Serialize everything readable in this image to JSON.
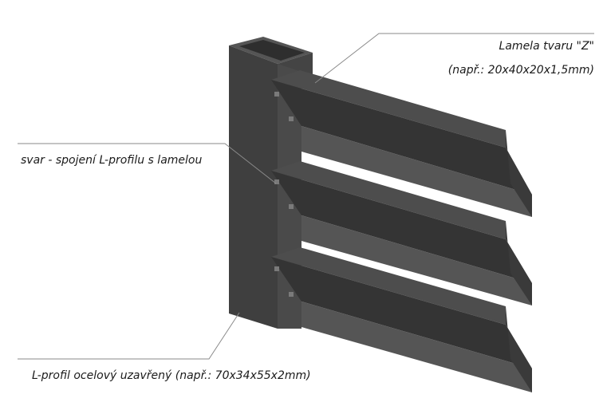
{
  "labels": {
    "lamela_title": "Lamela tvaru \"Z\"",
    "lamela_spec": "(např.: 20x40x20x1,5mm)",
    "svar": "svar - spojení L-profilu s lamelou",
    "lprofil": "L-profil ocelový uzavřený (např.: 70x34x55x2mm)"
  },
  "colors": {
    "steel_dark": "#3f3f3f",
    "steel_mid": "#4a4a4a",
    "steel_light": "#5a5a5a",
    "steel_shadow": "#2e2e2e",
    "weld": "#7a7a7a"
  }
}
